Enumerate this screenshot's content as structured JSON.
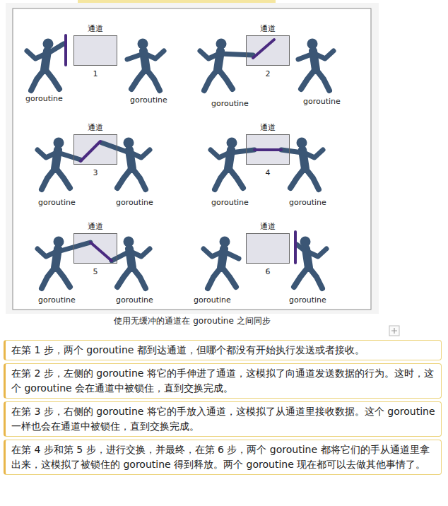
{
  "diagram": {
    "caption": "使用无缓冲的通道在 goroutine 之间同步",
    "nodes": [
      {
        "text": [
          "通道",
          "1"
        ]
      },
      {
        "text": [
          "通道",
          "2"
        ]
      },
      {
        "text": [
          "通道",
          "3"
        ]
      },
      {
        "text": [
          "通道",
          "4"
        ]
      },
      {
        "text": [
          "通道",
          "5"
        ]
      },
      {
        "text": [
          "通道",
          "6"
        ]
      },
      {
        "text": [
          "在第 1 步，两个 goroutine 都到达通道，但哪个都没有开始执行发送或者接收。"
        ]
      },
      {
        "text": [
          "在第 2 步，左侧的 goroutine 将它的手伸进了通道，这模拟了向通道发送数据的行为。这时，这个 goroutine 会在通道中被锁住，直到交换完成。"
        ]
      },
      {
        "text": [
          "在第 3 步，右侧的 goroutine 将它的手放入通道，这模拟了从通道里接收数据。这个 goroutine 一样也会在通道中被锁住，直到交换完成。"
        ]
      },
      {
        "text": [
          "在第 4 步和第 5 步，进行交换，并最终，在第 6 步，两个 goroutine 都将它们的手从通道里拿出来，这模拟了被锁住的 goroutine 得到释放。两个 goroutine 现在都可以去做其他事情了。"
        ]
      }
    ],
    "labels": [
      "goroutine",
      "goroutine",
      "goroutine",
      "goroutine",
      "goroutine",
      "goroutine",
      "goroutine",
      "goroutine",
      "goroutine",
      "goroutine",
      "goroutine",
      "goroutine"
    ]
  }
}
